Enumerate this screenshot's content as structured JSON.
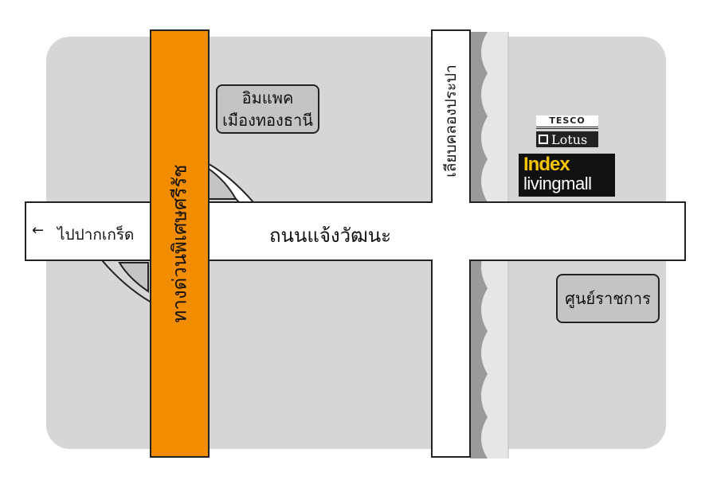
{
  "labels": {
    "main_road": "ถนนแจ้งวัฒนะ",
    "expressway": "ทางด่วนพิเศษศรีรัช",
    "canal_road": "เลียบคลองประปา",
    "to_pakkret": "ไปปากเกร็ด",
    "arrow": "←"
  },
  "landmarks": {
    "impact_line1": "อิมแพค",
    "impact_line2": "เมืองทองธานี",
    "gov_center": "ศูนย์ราชการ",
    "tesco_top": "TESCO",
    "tesco_bottom": "Lotus",
    "index_top": "Index",
    "index_bottom": "livingmall"
  },
  "colors": {
    "block": "#d6d6d6",
    "road": "#ffffff",
    "outline": "#222222",
    "expressway": "#f28c00",
    "canal": "#9a9a9a",
    "canal_bank": "#e6e6e6",
    "index_brand": "#f7c400"
  }
}
